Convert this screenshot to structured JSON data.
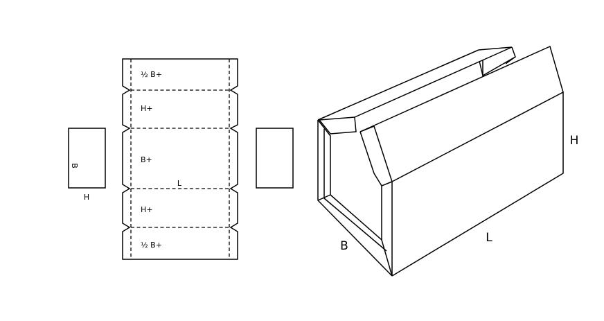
{
  "net": {
    "end_panel_label_b": "B",
    "end_panel_label_h": "H",
    "panel_labels": [
      "½ B+",
      "H+",
      "B+",
      "H+",
      "½ B+"
    ],
    "length_label": "L"
  },
  "box": {
    "label_b": "B",
    "label_h": "H",
    "label_l": "L"
  }
}
